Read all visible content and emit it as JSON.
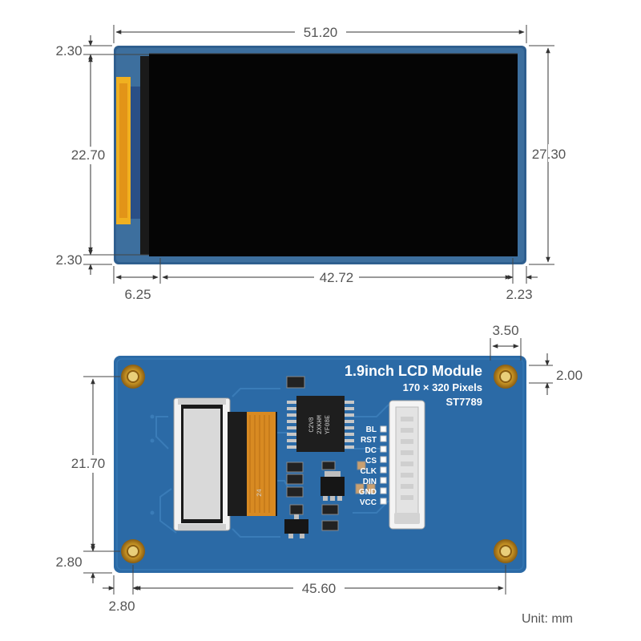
{
  "front_view": {
    "dimensions": {
      "width": "51.20",
      "top_margin": "2.30",
      "active_height": "22.70",
      "bottom_margin": "2.30",
      "total_height": "27.30",
      "left_margin": "6.25",
      "active_width": "42.72",
      "right_margin": "2.23"
    }
  },
  "back_view": {
    "title": "1.9inch LCD Module",
    "resolution": "170 × 320 Pixels",
    "driver": "ST7789",
    "chip_marking": [
      "YF08E",
      "2XKHM",
      "C2V8"
    ],
    "fpc_number": "24",
    "pins": [
      "BL",
      "RST",
      "DC",
      "CS",
      "CLK",
      "DIN",
      "GND",
      "VCC"
    ],
    "dimensions": {
      "hole_offset_x": "3.50",
      "hole_offset_y": "2.00",
      "hole_spacing_y": "21.70",
      "bottom_offset": "2.80",
      "left_offset": "2.80",
      "hole_spacing_x": "45.60"
    }
  },
  "unit_label": "Unit: mm",
  "colors": {
    "pcb": "#2b6aa6",
    "pcb_dark": "#225a90",
    "screen": "#050505",
    "screen_border": "#2f5f8f",
    "gold": "#d6a22a",
    "fpc": "#d88a22",
    "dim_line": "#333333"
  }
}
